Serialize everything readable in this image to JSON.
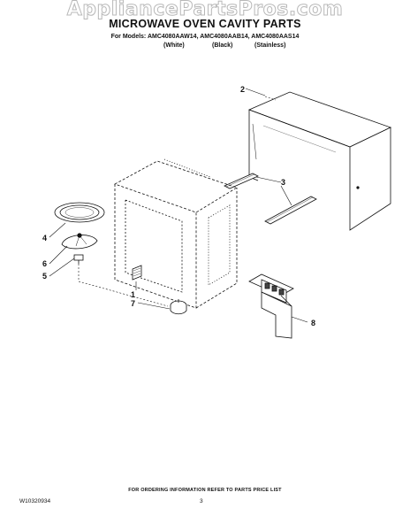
{
  "watermark": "AppliancePartsPros.com",
  "header": {
    "title": "MICROWAVE OVEN CAVITY PARTS",
    "models": "For Models: AMC4080AAW14, AMC4080AAB14, AMC4080AAS14",
    "finishes": [
      "(White)",
      "(Black)",
      "(Stainless)"
    ]
  },
  "callouts": [
    "2",
    "3",
    "4",
    "6",
    "5",
    "1",
    "7",
    "8"
  ],
  "footer": {
    "ordering_note": "FOR ORDERING INFORMATION REFER TO PARTS PRICE LIST",
    "doc_number": "W10320934",
    "page_number": "3"
  }
}
